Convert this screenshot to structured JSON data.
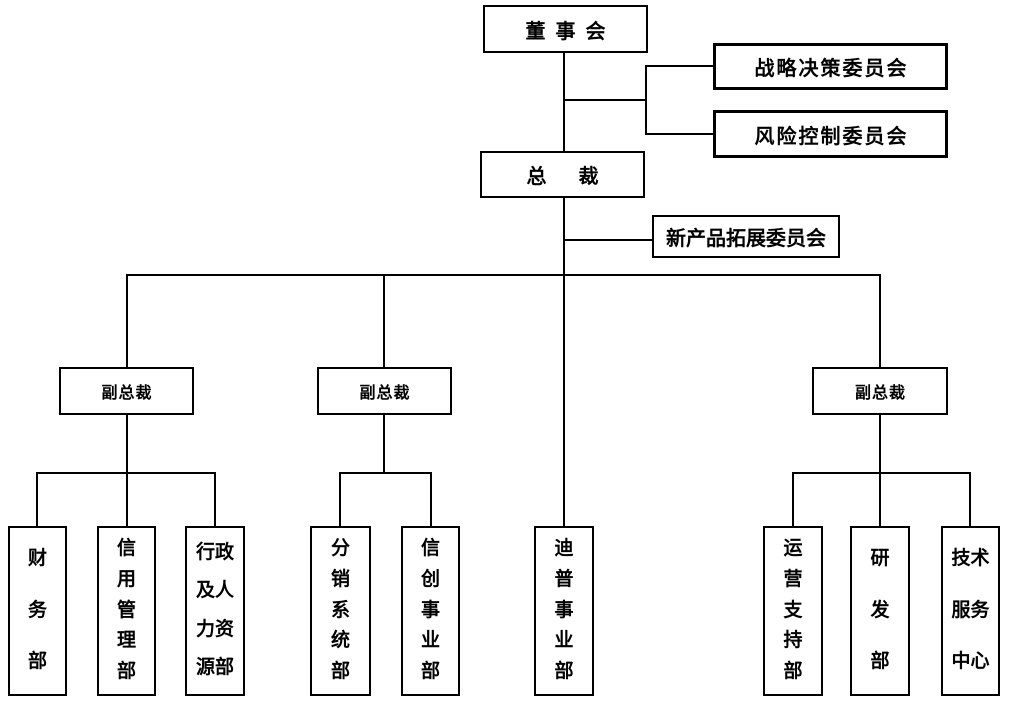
{
  "org_chart": {
    "board": {
      "label": "董事会"
    },
    "committees": {
      "strategy": {
        "label": "战略决策委员会"
      },
      "risk": {
        "label": "风险控制委员会"
      },
      "new_product": {
        "label": "新产品拓展委员会"
      }
    },
    "president": {
      "label": "总裁"
    },
    "vps": {
      "vp1": {
        "label": "副总裁"
      },
      "vp2": {
        "label": "副总裁"
      },
      "vp3": {
        "label": "副总裁"
      }
    },
    "departments": {
      "finance": {
        "name": "财务部",
        "lines": [
          "财",
          "务",
          "部"
        ]
      },
      "credit": {
        "name": "信用管理部",
        "lines": [
          "信",
          "用",
          "管",
          "理",
          "部"
        ]
      },
      "admin_hr": {
        "name": "行政及人力资源部",
        "lines": [
          "行政",
          "及人",
          "力资",
          "源部"
        ]
      },
      "distribution": {
        "name": "分销系统部",
        "lines": [
          "分",
          "销",
          "系",
          "统",
          "部"
        ]
      },
      "xinchuang": {
        "name": "信创事业部",
        "lines": [
          "信",
          "创",
          "事",
          "业",
          "部"
        ]
      },
      "dipu": {
        "name": "迪普事业部",
        "lines": [
          "迪",
          "普",
          "事",
          "业",
          "部"
        ]
      },
      "ops_support": {
        "name": "运营支持部",
        "lines": [
          "运",
          "营",
          "支",
          "持",
          "部"
        ]
      },
      "rnd": {
        "name": "研发部",
        "lines": [
          "研",
          "发",
          "部"
        ]
      },
      "tech_service": {
        "name": "技术服务中心",
        "lines": [
          "技术",
          "服务",
          "中心"
        ]
      }
    },
    "colors": {
      "background": "#ffffff",
      "box_border": "#000000",
      "connector": "#000000",
      "text": "#000000"
    }
  }
}
